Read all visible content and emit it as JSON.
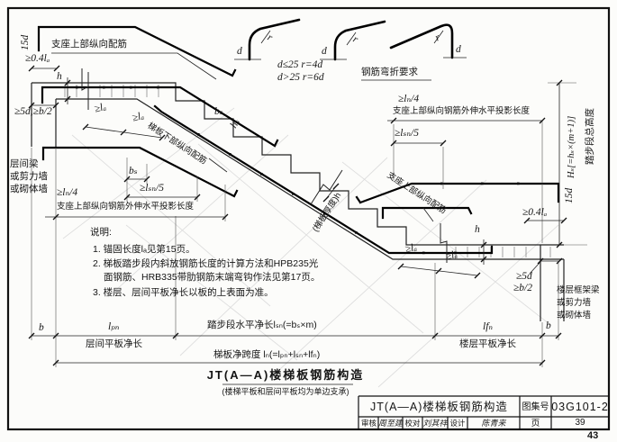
{
  "page": {
    "corner_number": "43"
  },
  "caption": {
    "title": "JT(A—A)楼梯板钢筋构造",
    "subtitle": "(楼梯平板和层间平板均为单边支承)"
  },
  "title_block": {
    "drawing_name": "JT(A—A)楼梯板钢筋构造",
    "atlas_label": "图集号",
    "atlas_no": "03G101-2",
    "page_label": "页",
    "page_no": "39",
    "audit_label": "审核",
    "audit_sig": "周至建",
    "check_label": "校对",
    "check_sig": "刘其祥",
    "design_label": "设计",
    "design_sig": "陈青来"
  },
  "bend": {
    "title": "钢筋弯折要求",
    "rule1": "d≤25  r=4d",
    "rule2": "d>25  r=6d",
    "d": "d",
    "r": "r"
  },
  "notes": {
    "heading": "说明:",
    "n1": "1. 锚固长度lₐ见第15页。",
    "n2a": "2. 梯板踏步段内斜放钢筋长度的计算方法和HPB235光",
    "n2b": "面钢筋、HRB335带肋钢筋末端弯钩作法见第17页。",
    "n3": "3. 楼层、层间平板净长以板的上表面为准。"
  },
  "labels": {
    "fifteen_d": "15d",
    "support_top_rebar": "支座上部纵向配筋",
    "anchor04": "≥0.4lₐ",
    "five_d_left": "≥5d,≥b/2",
    "five_d_right_1": "≥5d",
    "five_d_right_2": "≥b/2",
    "la": "≥lₐ",
    "wall_left_1": "层间梁",
    "wall_side_2": "或剪力墙",
    "wall_side_3": "或砌体墙",
    "wall_right_1": "楼层框架梁",
    "ln4": "≥lₙ/4",
    "proj": "支座上部纵向钢筋外伸水平投影长度",
    "lsn5": "≥lₛₙ/5",
    "bs": "bₛ",
    "hs": "hₛ",
    "h": "h",
    "bottom_rebar": "梯板下部纵向配筋",
    "slab_thickness": "(梯板厚度)h",
    "Hs": "Hₛ[=hₛ×(m+1)]",
    "total_height": "踏步段总高度"
  },
  "dims": {
    "b": "b",
    "lpn": "lₚₙ",
    "lpn_cn": "层间平板净长",
    "lsn_formula": "踏步段水平净长lₛₙ(=bₛ×m)",
    "lfn": "lfₙ",
    "lfn_cn": "楼层平板净长",
    "ln_formula": "梯板净跨度 lₙ(=lₚₙ+lₛₙ+lfₙ)"
  }
}
